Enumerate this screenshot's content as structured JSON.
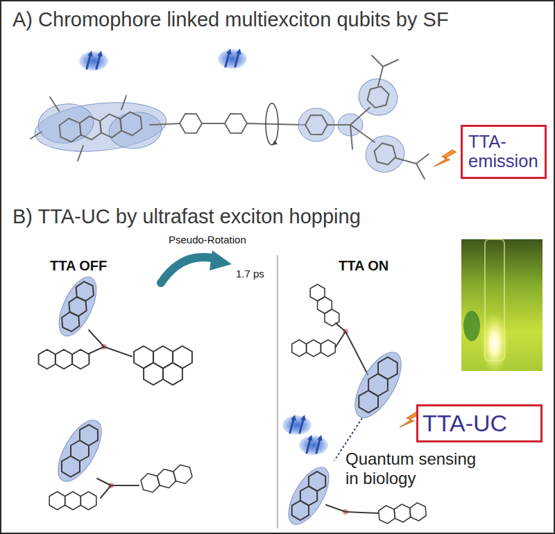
{
  "diagram": {
    "nodes": [
      {
        "text": [
          "TTA- emission"
        ]
      },
      {
        "text": [
          "TTA-UC"
        ]
      }
    ],
    "labels": [
      "A) Chromophore linked multiexciton qubits by SF",
      "B) TTA-UC by ultrafast exciton hopping",
      "TTA OFF",
      "Pseudo-Rotation",
      "1.7 ps",
      "TTA ON",
      "Quantum sensing in biology"
    ]
  }
}
